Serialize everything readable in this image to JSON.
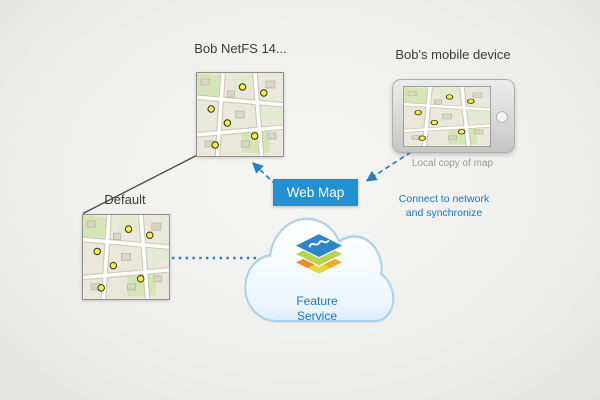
{
  "diagram": {
    "labels": {
      "netfs_map": "Bob NetFS 14...",
      "mobile_device": "Bob's mobile device",
      "local_copy": "Local copy of map",
      "default_map": "Default",
      "web_map": "Web Map",
      "feature_service": "Feature Service",
      "sync_note": "Connect to network and synchronize"
    },
    "colors": {
      "accent_blue": "#2b7fc3",
      "web_map_bg": "#2191d3",
      "note_text": "#1a75bc",
      "muted_text": "#9a9a9a",
      "label_text": "#3b3b3b",
      "cloud_stroke": "#aed2ea",
      "map_dot": "#f9ef3b"
    },
    "icons": {
      "cloud": "cloud-icon",
      "layers": "feature-service-layers-icon",
      "maps": "map-thumbnail",
      "device": "tablet-device"
    }
  }
}
